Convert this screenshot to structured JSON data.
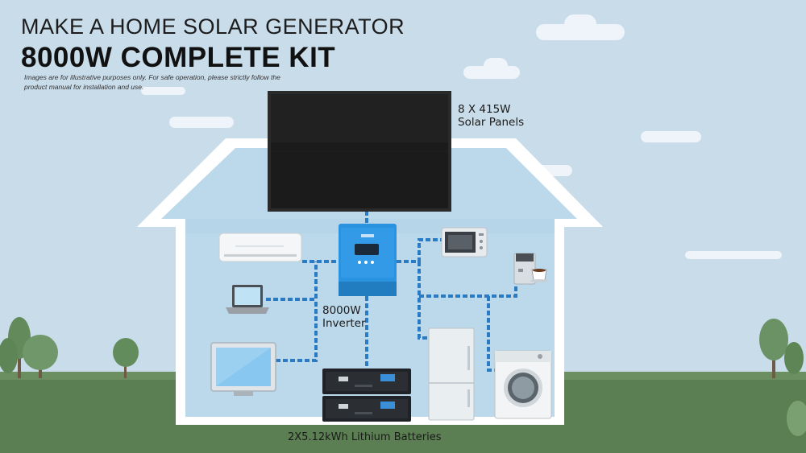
{
  "heading": {
    "line1": "MAKE A HOME SOLAR GENERATOR",
    "line2": "8000W COMPLETE KIT"
  },
  "disclaimer": "Images are for illustrative purposes only. For safe operation, please strictly follow the product manual for installation and use.",
  "components": {
    "panels_label": "8 X 415W\nSolar Panels",
    "inverter_label": "8000W\nInverter",
    "battery_label": "2X5.12kWh Lithium Batteries"
  },
  "colors": {
    "sky": "#c9dcea",
    "house_interior": "#bcd9ec",
    "house_wall": "#ffffff",
    "grass": "#5b7f52",
    "inverter": "#2a93e0",
    "wire": "#2a7ac4",
    "panel": "#1a1a1a"
  },
  "icons": [
    "air-conditioner-icon",
    "laptop-icon",
    "monitor-icon",
    "microwave-icon",
    "coffee-machine-icon",
    "refrigerator-icon",
    "washing-machine-icon",
    "battery-icon",
    "tree-icon"
  ]
}
